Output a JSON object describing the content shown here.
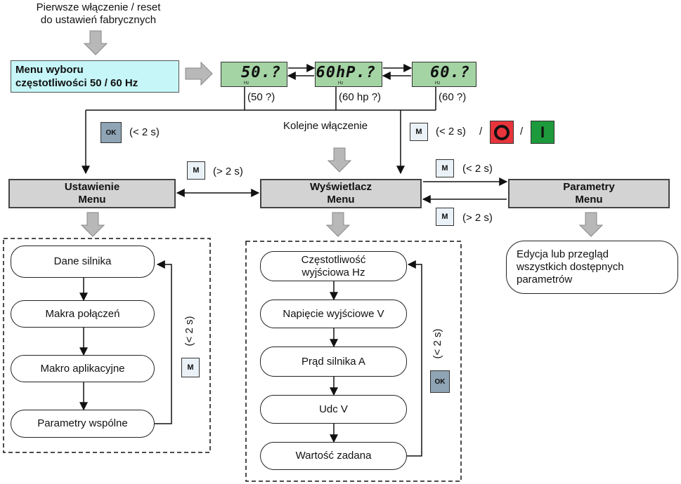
{
  "top_note": {
    "line1": "Pierwsze włączenie / reset",
    "line2": "do ustawień fabrycznych"
  },
  "freq_menu": {
    "line1": "Menu wyboru",
    "line2": "częstotliwości 50 / 60 Hz"
  },
  "displays": [
    {
      "code": "50.?",
      "hz": "Hz",
      "caption": "(50 ?)"
    },
    {
      "code": "60hP.?",
      "hz": "Hz",
      "caption": "(60 hp ?)"
    },
    {
      "code": "60.?",
      "hz": "Hz",
      "caption": "(60 ?)"
    }
  ],
  "keys": {
    "ok": "OK",
    "m": "M",
    "stop": "O",
    "start": "I"
  },
  "notes": {
    "ok_lt2": "(< 2 s)",
    "next_power_on": "Kolejne włączenie",
    "m_lt2_a": "(< 2 s)",
    "slash1": "/",
    "slash2": "/",
    "m_gt2_a": "(> 2 s)",
    "m_lt2_b": "(< 2 s)",
    "m_gt2_b": "(> 2 s)",
    "loop_left": "(< 2 s)",
    "loop_right": "(< 2 s)"
  },
  "menus": {
    "setup": {
      "line1": "Ustawienie",
      "line2": "Menu"
    },
    "display": {
      "line1": "Wyświetlacz",
      "line2": "Menu"
    },
    "params": {
      "line1": "Parametry",
      "line2": "Menu"
    }
  },
  "setup_items": [
    "Dane silnika",
    "Makra połączeń",
    "Makro aplikacyjne",
    "Parametry wspólne"
  ],
  "display_items": [
    {
      "line1": "Częstotliwość",
      "line2": "wyjściowa Hz"
    },
    {
      "line1": "Napięcie wyjściowe V",
      "line2": ""
    },
    {
      "line1": "Prąd silnika A",
      "line2": ""
    },
    {
      "line1": "Udc V",
      "line2": ""
    },
    {
      "line1": "Wartość zadana",
      "line2": ""
    }
  ],
  "params_note": {
    "line1": "Edycja lub przegląd",
    "line2": "wszystkich dostępnych",
    "line3": "parametrów"
  },
  "colors": {
    "cyan": "#c6f6f8",
    "lcd_green": "#a4d4a4",
    "menu_gray": "#d3d3d3",
    "arrow_gray": "#b8b8b8",
    "stop_red": "#e8343c",
    "start_green": "#1c9a3c"
  }
}
